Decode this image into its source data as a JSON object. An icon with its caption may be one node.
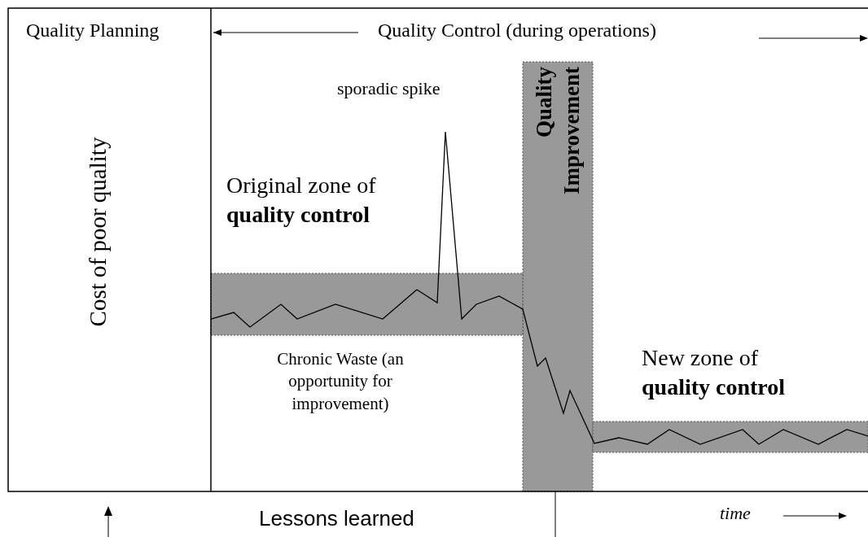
{
  "diagram": {
    "nodes": [
      {
        "text": [
          "Quality Improvement"
        ]
      }
    ],
    "labels": [
      "Quality Planning",
      "Quality Control (during operations)",
      "sporadic spike",
      "Cost of poor quality",
      "Original zone of **quality control**",
      "Chronic Waste (an opportunity for improvement)",
      "New zone of **quality control**",
      "Lessons learned",
      "time"
    ]
  }
}
